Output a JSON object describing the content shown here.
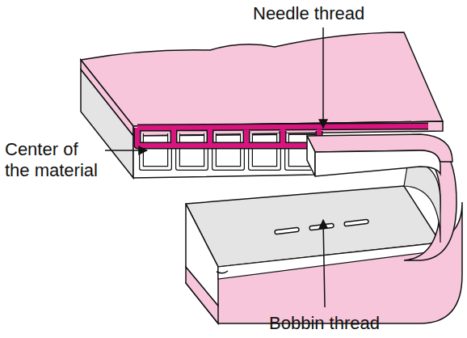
{
  "diagram": {
    "labels": [
      "Needle thread",
      "Center of the material",
      "Bobbin thread"
    ]
  }
}
